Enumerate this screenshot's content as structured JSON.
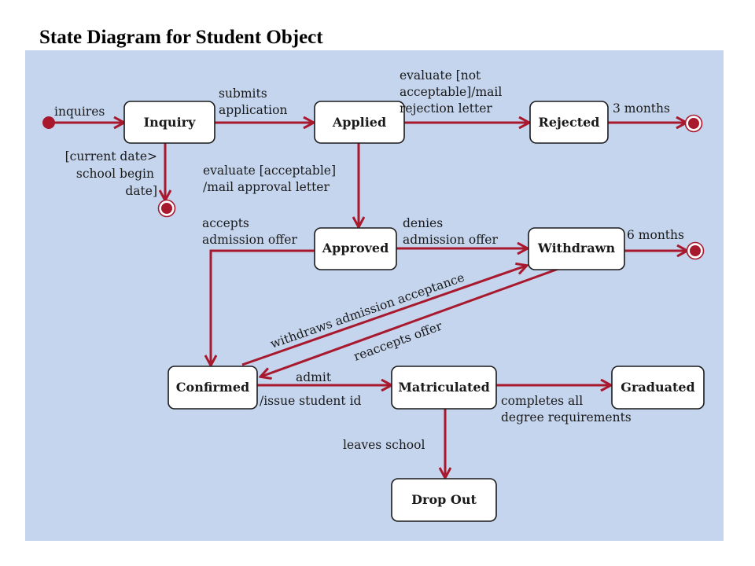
{
  "title": "State Diagram for Student Object",
  "colors": {
    "panel": "#c5d5ee",
    "edge": "#a8192e",
    "state_fill": "#ffffff"
  },
  "states": {
    "inquiry": "Inquiry",
    "applied": "Applied",
    "rejected": "Rejected",
    "approved": "Approved",
    "withdrawn": "Withdrawn",
    "confirmed": "Confirmed",
    "matriculated": "Matriculated",
    "graduated": "Graduated",
    "dropout": "Drop Out"
  },
  "transitions": {
    "inquires": "inquires",
    "submits": [
      "submits",
      "application"
    ],
    "evaluate_not": [
      "evaluate [not",
      "acceptable]/mail",
      "rejection letter"
    ],
    "three_months": "3 months",
    "current_date": [
      "[current date>",
      "school begin",
      "date]"
    ],
    "evaluate_ok": [
      "evaluate [acceptable]",
      "/mail approval letter"
    ],
    "accepts": [
      "accepts",
      "admission offer"
    ],
    "denies": [
      "denies",
      "admission offer"
    ],
    "six_months": "6 months",
    "withdraws": "withdraws admission acceptance",
    "reaccepts": "reaccepts offer",
    "admit": [
      "admit",
      "/issue student id"
    ],
    "completes": [
      "completes all",
      "degree requirements"
    ],
    "leaves": "leaves school"
  }
}
